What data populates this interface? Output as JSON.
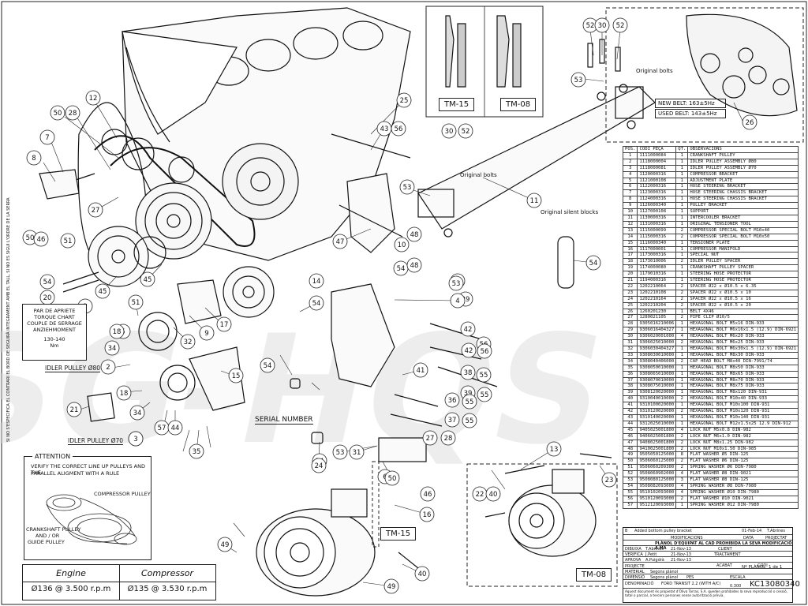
{
  "callouts": [
    "52",
    "30",
    "52",
    "53",
    "26",
    "12",
    "25",
    "50",
    "28",
    "43",
    "56",
    "30",
    "52",
    "7",
    "8",
    "53",
    "11",
    "27",
    "50",
    "46",
    "51",
    "47",
    "10",
    "48",
    "54",
    "48",
    "54",
    "45",
    "19",
    "54",
    "20",
    "45",
    "51",
    "29",
    "53",
    "54",
    "1",
    "4",
    "5",
    "14",
    "18",
    "34",
    "32",
    "9",
    "17",
    "42",
    "56",
    "2",
    "15",
    "42",
    "56",
    "3",
    "41",
    "38",
    "55",
    "18",
    "34",
    "57",
    "24",
    "44",
    "39",
    "55",
    "21",
    "36",
    "55",
    "37",
    "55",
    "35",
    "54",
    "27",
    "28",
    "53",
    "31",
    "13",
    "3",
    "24",
    "6",
    "46",
    "50",
    "22",
    "40",
    "23",
    "16",
    "49",
    "40",
    "49"
  ],
  "texts": {
    "original_bolts_1": "Original bolts",
    "original_bolts_2": "Original bolts",
    "original_silent_blocks": "Original silent blocks",
    "serial_number": "SERIAL NUMBER",
    "idler_pulley_80": "IDLER PULLEY Ø80",
    "idler_pulley_70": "IDLER PULLEY Ø70",
    "tm15_top": "TM-15",
    "tm08_top": "TM-08",
    "tm15_bottom": "TM-15",
    "tm08_bottom": "TM-08",
    "vertical_note": "SI NO S'ESPECIFICA EL CONTRARI EL BORD DE SEGUIRÀ INTEGRAMENT AMB EL TALL, SI NO ES SIGUI L'ORDRE DE LA SERRA"
  },
  "belts": {
    "new_belt": "NEW BELT: 163±5Hz",
    "used_belt": "USED BELT: 143±5Hz"
  },
  "torque": {
    "lines": [
      "PAR DE APRIETE",
      "TORQUE CHART",
      "COUPLE DE SERRAGE",
      "ANZIEHMOMENT"
    ],
    "value": "130-140",
    "unit": "Nm"
  },
  "attention": {
    "title": "ATTENTION",
    "line1": "VERIFY THE CORRECT LINE UP PULLEYS AND THE",
    "line2": "PARALLEL ALIGMENT WITH A RULE",
    "compressor": "COMPRESSOR PULLEY",
    "crank1": "CRANKSHAFT PULLEY",
    "crank2": "AND / OR",
    "crank3": "GUIDE PULLEY"
  },
  "engine_table": {
    "engine_label": "Engine",
    "compressor_label": "Compressor",
    "engine_value": "Ø136 @ 3.500 r.p.m",
    "compressor_value": "Ø135 @ 3.530 r.p.m"
  },
  "bom": {
    "headers": [
      "POS.",
      "CODI PEÇA",
      "QT.",
      "OBSERVACIONS"
    ],
    "rows": [
      [
        "1",
        "1111000084",
        "1",
        "CRANKSHAFT PULLEY"
      ],
      [
        "2",
        "1118000004",
        "1",
        "IDLER PULLEY ASSEMBLY Ø80"
      ],
      [
        "3",
        "1118000081",
        "1",
        "IDLER PULLEY ASSEMBLY Ø70"
      ],
      [
        "4",
        "1120000316",
        "1",
        "COMPRESSOR BRACKET"
      ],
      [
        "5",
        "1121000108",
        "1",
        "ADJUSTMENT PLATE"
      ],
      [
        "6",
        "1122000316",
        "1",
        "HOSE STEERING BRACKET"
      ],
      [
        "7",
        "1123000316",
        "1",
        "HOSE STEERING CHASSIS BRACKET"
      ],
      [
        "8",
        "1124000316",
        "1",
        "HOSE STEERING CHASSIS BRACKET"
      ],
      [
        "9",
        "1126000340",
        "1",
        "PULLEY BRACKET"
      ],
      [
        "10",
        "1127000108",
        "1",
        "SUPPORT"
      ],
      [
        "11",
        "1130000316",
        "1",
        "INTERCOOLER BRACKET"
      ],
      [
        "12",
        "1131000316",
        "1",
        "ORIGINAL TENSIONER TOOL"
      ],
      [
        "13",
        "1115000099",
        "2",
        "COMPRESSOR SPECIAL BOLT M10x40"
      ],
      [
        "14",
        "1115000316",
        "2",
        "COMPRESSOR SPECIAL BOLT M10x50"
      ],
      [
        "15",
        "1116000340",
        "1",
        "TENSIONER PLATE"
      ],
      [
        "16",
        "1117000001",
        "1",
        "COMPRESSOR MANIFOLD"
      ],
      [
        "17",
        "1173000316",
        "1",
        "SPECIAL NUT"
      ],
      [
        "18",
        "1173010006",
        "2",
        "IDLER PULLEY SPACER"
      ],
      [
        "19",
        "1174000080",
        "1",
        "CRANKSHAFT PULLEY SPACER"
      ],
      [
        "20",
        "1179010316",
        "1",
        "STEERING HOSE PROTECTOR"
      ],
      [
        "21",
        "1194000316",
        "1",
        "STEERING HOSE PROTECTOR"
      ],
      [
        "22",
        "1202210064",
        "2",
        "SPACER Ø22 x Ø10.5 x 6.35"
      ],
      [
        "23",
        "1202210108",
        "2",
        "SPACER Ø22 x Ø10.5 x 10"
      ],
      [
        "24",
        "1202210164",
        "2",
        "SPACER Ø22 x Ø10.5 x 16"
      ],
      [
        "25",
        "1202210204",
        "2",
        "SPACER Ø22 x Ø10.5 x 20"
      ],
      [
        "26",
        "1260201230",
        "1",
        "BELT 4X46"
      ],
      [
        "27",
        "1280021105",
        "2",
        "PIPE CLIP Ø10/5"
      ],
      [
        "28",
        "9305016210006",
        "1",
        "HEXAGONAL BOLT M5x16 DIN-933"
      ],
      [
        "29",
        "9306016404327",
        "1",
        "HEXAGONAL BOLT M6x16x1.5 (12.9) DIN-6921"
      ],
      [
        "30",
        "9306020001000",
        "4",
        "HEXAGONAL BOLT M6x20 DIN-933"
      ],
      [
        "31",
        "9306025010000",
        "2",
        "HEXAGONAL BOLT M6x25 DIN-933"
      ],
      [
        "32",
        "9306030404327",
        "1",
        "HEXAGONAL BOLT M6x30x1.5 (12.9) DIN-6921"
      ],
      [
        "33",
        "9308030010000",
        "1",
        "HEXAGONAL BOLT M8x30 DIN-933"
      ],
      [
        "34",
        "9308040406000",
        "2",
        "CAP HEAD BOLT M8x40 DIN-7991/74"
      ],
      [
        "35",
        "9308050010000",
        "1",
        "HEXAGONAL BOLT M8x50 DIN-933"
      ],
      [
        "36",
        "9308065010000",
        "1",
        "HEXAGONAL BOLT M8x65 DIN-933"
      ],
      [
        "37",
        "9308070010000",
        "1",
        "HEXAGONAL BOLT M8x70 DIN-933"
      ],
      [
        "38",
        "9308075010000",
        "1",
        "HEXAGONAL BOLT M8x75 DIN-933"
      ],
      [
        "39",
        "9308120020000",
        "1",
        "HEXAGONAL BOLT M8x120 DIN-931"
      ],
      [
        "40",
        "9310040010000",
        "2",
        "HEXAGONAL BOLT M10x40 DIN-933"
      ],
      [
        "41",
        "9310100020000",
        "1",
        "HEXAGONAL BOLT M10x100 DIN-931"
      ],
      [
        "42",
        "9310120020000",
        "2",
        "HEXAGONAL BOLT M10x120 DIN-931"
      ],
      [
        "43",
        "9310140020000",
        "1",
        "HEXAGONAL BOLT M10x140 DIN-931"
      ],
      [
        "44",
        "9312025010000",
        "1",
        "HEXAGONAL BOLT M12x1.5x25 12.9 DIN-912"
      ],
      [
        "45",
        "9405025001800",
        "4",
        "LOCK NUT M5x0.8 DIN-982"
      ],
      [
        "46",
        "9406025001800",
        "2",
        "LOCK NUT M6x1.0 DIN-982"
      ],
      [
        "47",
        "9408025001800",
        "2",
        "LOCK NUT M8x1.25 DIN-982"
      ],
      [
        "48",
        "9410025001800",
        "2",
        "LOCK NUT M10x1.50 DIN-985"
      ],
      [
        "49",
        "9505050125000",
        "8",
        "FLAT WASHER Ø5 DIN-125"
      ],
      [
        "50",
        "9506060125000",
        "2",
        "FLAT WASHER Ø6 DIN-125"
      ],
      [
        "51",
        "9506060209300",
        "2",
        "SPRING WASHER Ø6 DIN-7980"
      ],
      [
        "52",
        "9508060902000",
        "4",
        "FLAT WASHER Ø8 DIN-9021"
      ],
      [
        "53",
        "9508080125000",
        "3",
        "FLAT WASHER Ø8 DIN-125"
      ],
      [
        "54",
        "9508082093000",
        "4",
        "SPRING WASHER Ø8 DIN-7980"
      ],
      [
        "55",
        "9510102093000",
        "4",
        "SPRING WASHER Ø10 DIN-7980"
      ],
      [
        "56",
        "9510120093000",
        "2",
        "FLAT WASHER Ø10 DIN-9021"
      ],
      [
        "57",
        "9512120093000",
        "1",
        "SPRING WASHER Ø12 DIN-7980"
      ]
    ]
  },
  "title_block": {
    "revision": "Added bottom pulley bracket",
    "rev_date": "01-Feb-14",
    "rev_author": "T.Abrines",
    "modifications": "MODIFICACIONS",
    "data_label": "DATA",
    "projectat": "PROJECTAT",
    "warning": "PLÀNOL D'EQUIPAT AL CAD PROHIBIDA LA SEVA MODIFICACIÓ A MÀ",
    "dibuixa": "DIBUIXA",
    "dibuixa_name": "T.Abrines",
    "dibuixa_date": "21-Nov-13",
    "verifica": "VERIFICA",
    "verifica_name": "J.Petit",
    "verifica_date": "21-Nov-13",
    "aprova": "APROVA",
    "aprova_name": "A.Puigdrà",
    "aprova_date": "21-Nov-13",
    "client": "CLIENT",
    "tractament": "TRACTAMENT",
    "acabat": "ACABAT",
    "codi": "CODI",
    "projecte": "PROJECTE",
    "material": "MATERIAL",
    "material_value": "Segons plànol",
    "dimensio": "DIMENSIÓ",
    "dimensio_value": "Segons plànol",
    "pes": "PES",
    "plano_label": "Nº PLÀNOL",
    "sheet": "1 de 1",
    "escala": "ESCALA",
    "escala_value": "0.300",
    "denominacio": "DENOMINACIÓ",
    "denominacio_value": "FORD TRANSIT 2.2 (WITH A/C)",
    "drawing_no": "KC13080340",
    "footer": "Aquest document és propietat d'Oliva Torras, S.A. queden prohibides la seva reproducció o cessió, total o parcial, a tercers persones sense autorització prèvia."
  }
}
